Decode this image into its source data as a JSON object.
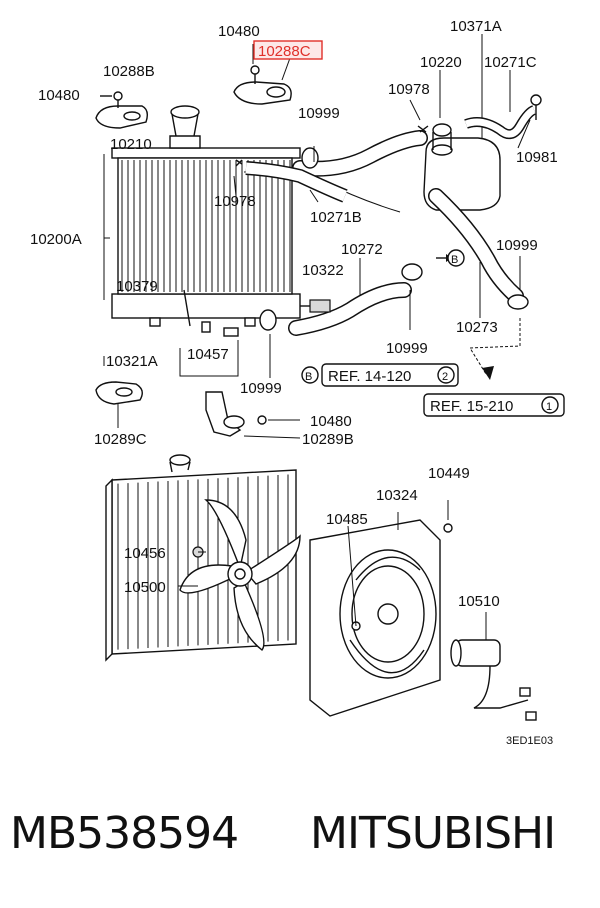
{
  "callouts": {
    "c10480_top": "10480",
    "c10288C": "10288C",
    "c10371A": "10371A",
    "c10288B": "10288B",
    "c10220": "10220",
    "c10271C": "10271C",
    "c10480_left": "10480",
    "c10978_top": "10978",
    "c10999_a": "10999",
    "c10210": "10210",
    "c10981": "10981",
    "c10978_mid": "10978",
    "c10271B": "10271B",
    "c10200A": "10200A",
    "c10272": "10272",
    "c10999_b": "10999",
    "c10322": "10322",
    "c10379": "10379",
    "c10273": "10273",
    "c10999_c": "10999",
    "c10321A": "10321A",
    "c10457": "10457",
    "c10999_d": "10999",
    "c10480_mid": "10480",
    "c10289C": "10289C",
    "c10289B": "10289B",
    "c10449": "10449",
    "c10324": "10324",
    "c10485": "10485",
    "c10456": "10456",
    "c10500": "10500",
    "c10510": "10510"
  },
  "references": {
    "ref1_marker": "B",
    "ref1_text": "REF. 14-120",
    "ref1_num": "2",
    "ref2_text": "REF. 15-210",
    "ref2_num": "1",
    "arrow_marker": "B"
  },
  "diagram_code": "3ED1E03",
  "footer": {
    "part_number": "MB538594",
    "brand": "MITSUBISHI"
  },
  "colors": {
    "highlight": "#e0302a",
    "highlight_fill": "#fde8e8",
    "line": "#111111"
  }
}
